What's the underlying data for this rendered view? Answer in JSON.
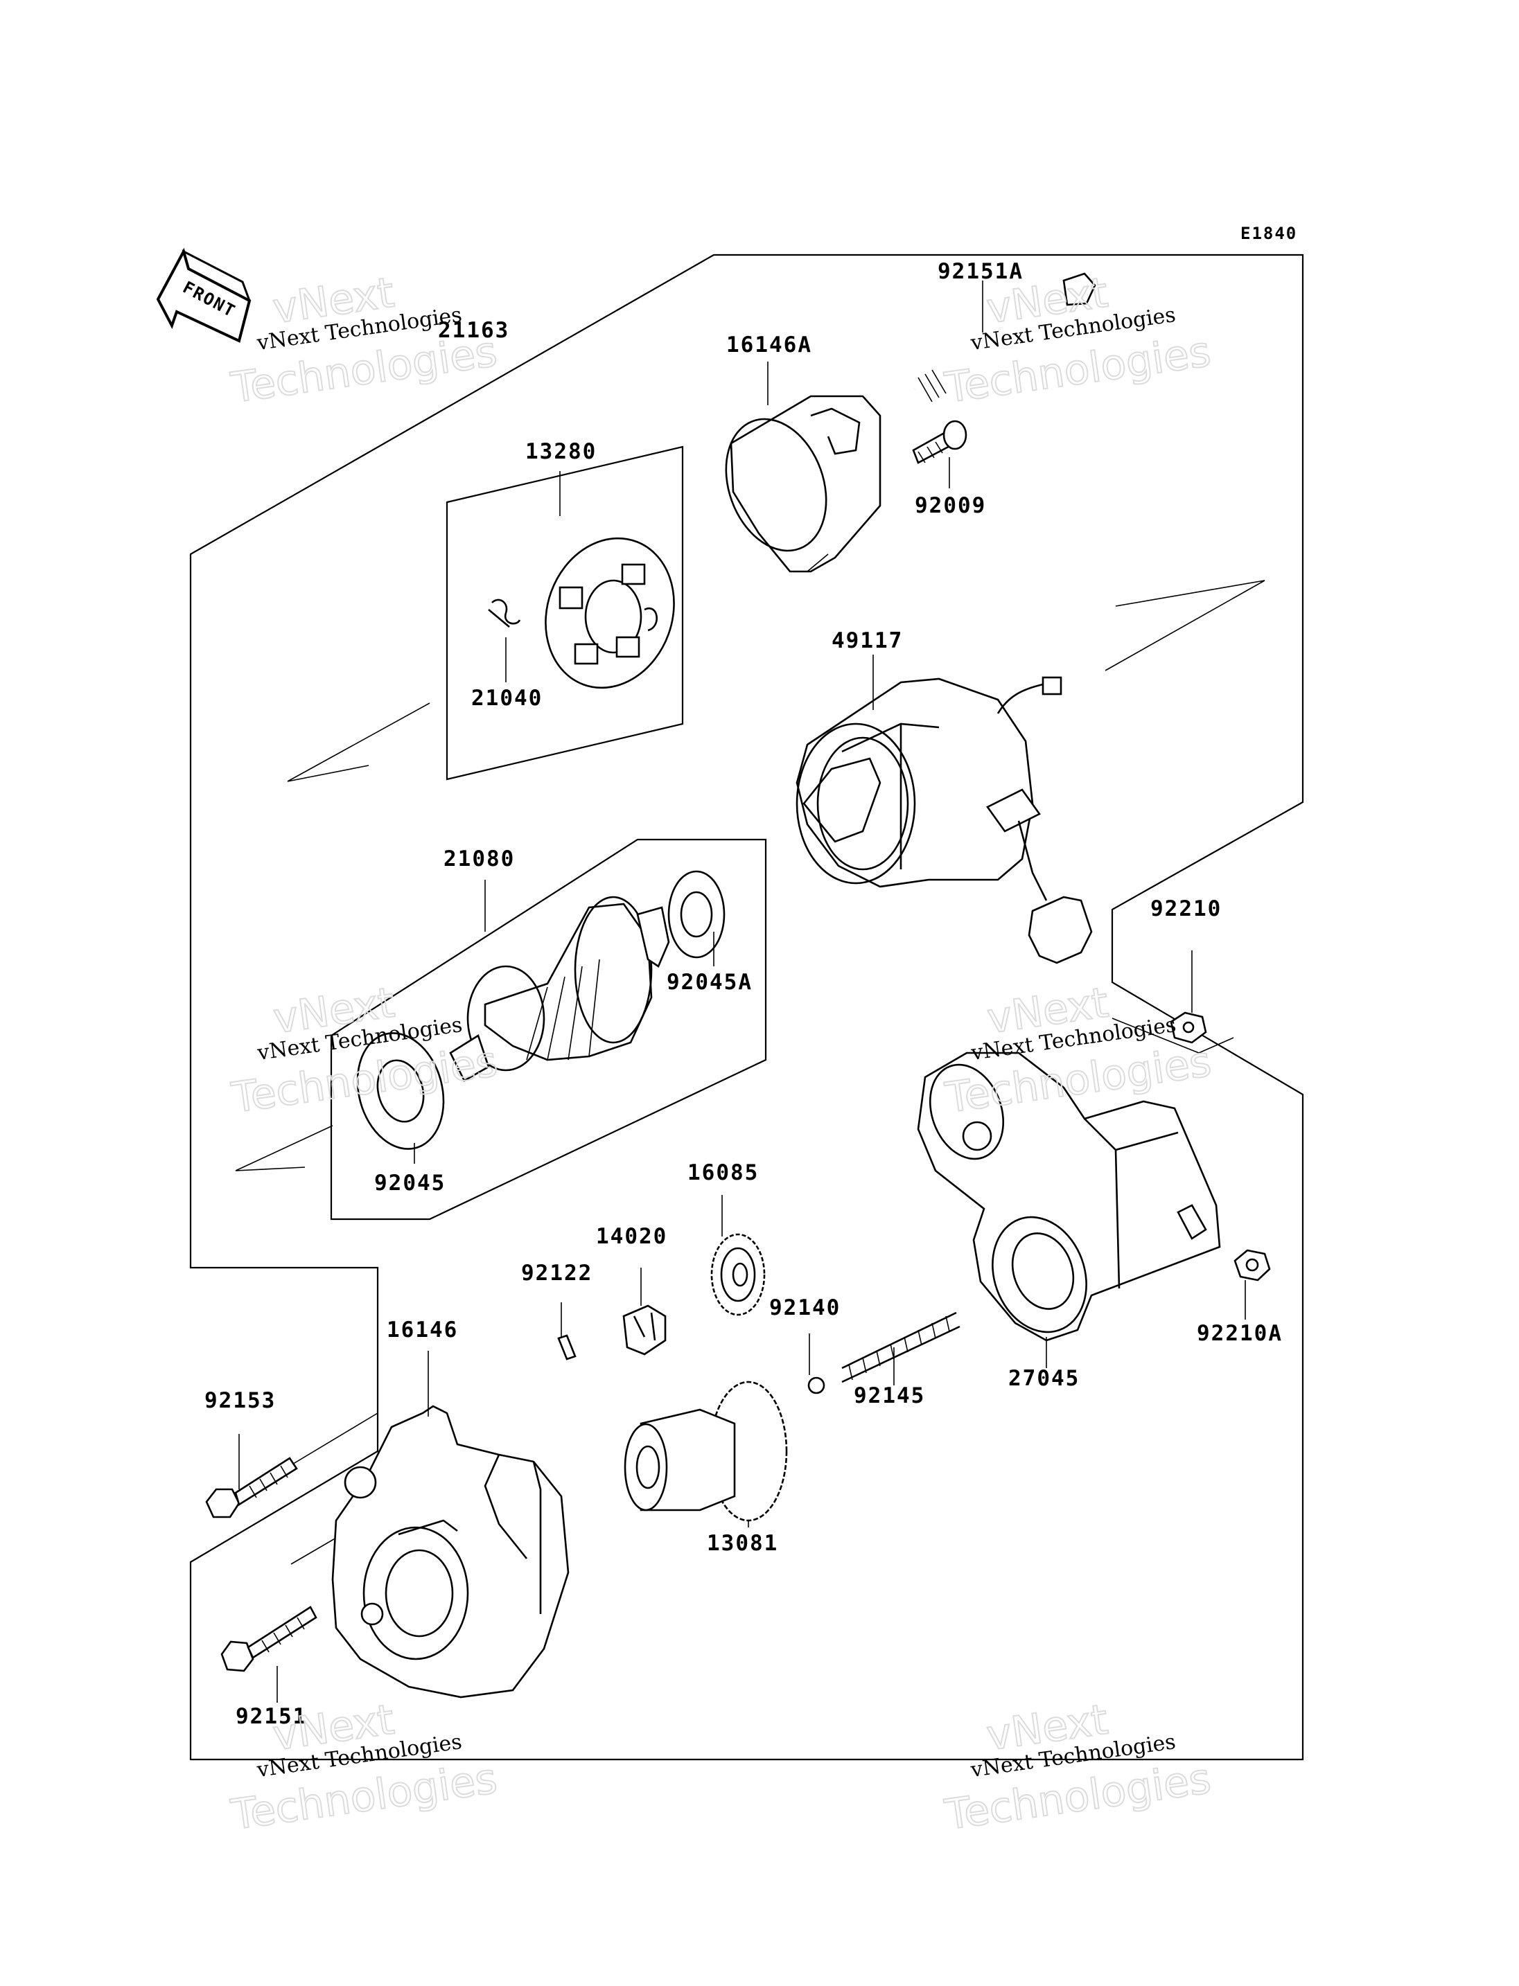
{
  "diagram_code": "E1840",
  "front_label": "FRONT",
  "parts": {
    "p21163": "21163",
    "p16146A": "16146A",
    "p92151A": "92151A",
    "p92009": "92009",
    "p13280": "13280",
    "p21040": "21040",
    "p49117": "49117",
    "p21080": "21080",
    "p92045A": "92045A",
    "p92045": "92045",
    "p92210": "92210",
    "p16085": "16085",
    "p14020": "14020",
    "p92122": "92122",
    "p92140": "92140",
    "p16146": "16146",
    "p92153": "92153",
    "p92145": "92145",
    "p27045": "27045",
    "p92210A": "92210A",
    "p13081": "13081",
    "p92151": "92151"
  },
  "watermark": {
    "line1": "vNext",
    "line2": "vNext Technologies",
    "line3": "Technologies"
  }
}
